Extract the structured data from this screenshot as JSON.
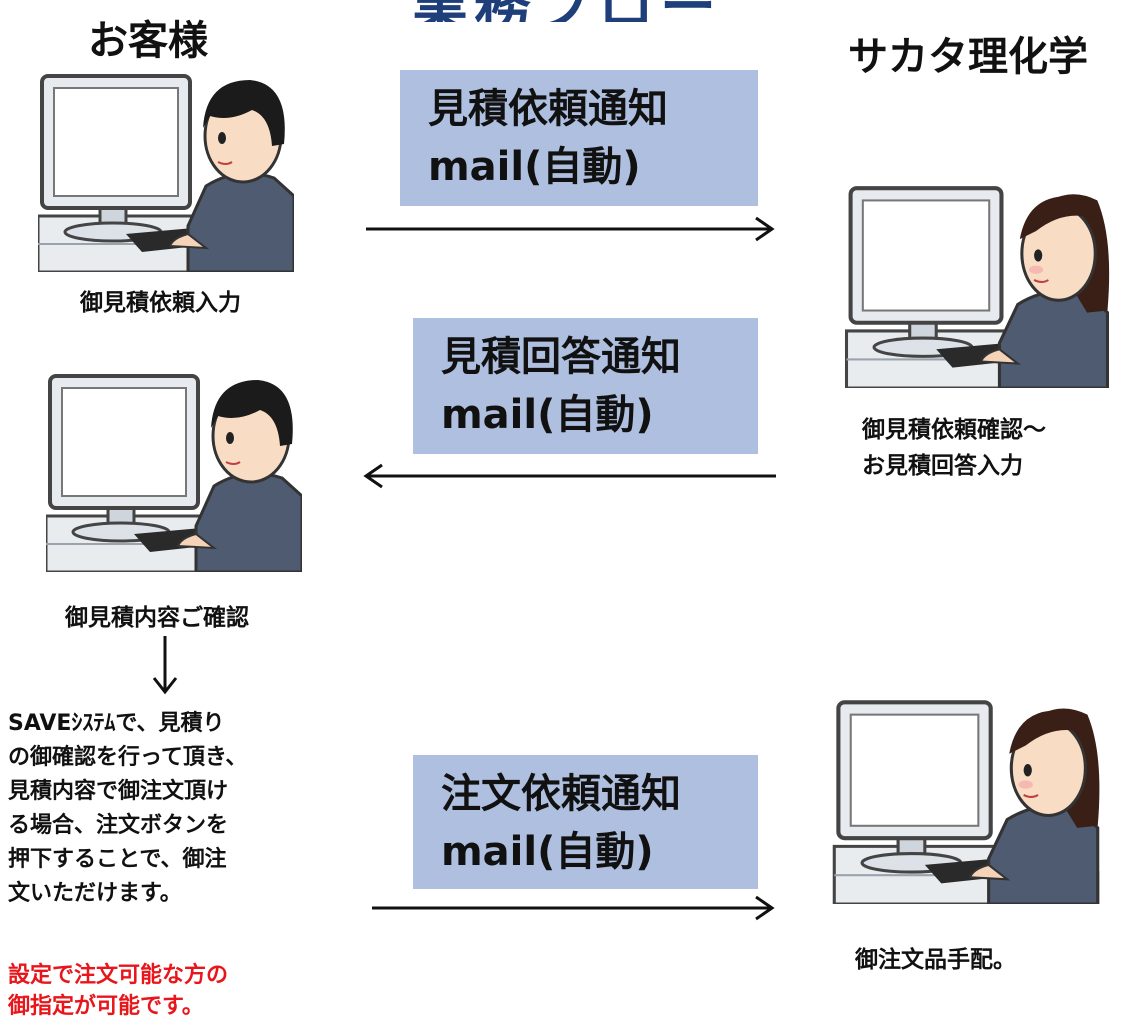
{
  "title": "業務フロー",
  "colors": {
    "title": "#1f3f7a",
    "mail_box": "#aebfe0",
    "arrow": "#111111",
    "note_red": "#e8161b",
    "hair_customer": "#1b1b1b",
    "hair_staff": "#3a1f17",
    "shirt": "#4e5b70"
  },
  "actors": {
    "customer": "お客様",
    "company": "サカタ理化学"
  },
  "steps": {
    "customer_request": "御見積依頼入力",
    "company_confirm_line1": "御見積依頼確認～",
    "company_confirm_line2": "お見積回答入力",
    "customer_check": "御見積内容ご確認",
    "company_arrange": "御注文品手配。"
  },
  "mails": {
    "quote_request": {
      "line1": "見積依頼通知",
      "line2": "mail(自動)"
    },
    "quote_answer": {
      "line1": "見積回答通知",
      "line2": "mail(自動)"
    },
    "order_request": {
      "line1": "注文依頼通知",
      "line2": "mail(自動)"
    }
  },
  "description": [
    "SAVEｼｽﾃﾑで、見積り",
    "の御確認を行って頂き、",
    "見積内容で御注文頂け",
    "る場合、注文ボタンを",
    "押下することで、御注",
    "文いただけます。"
  ],
  "note": [
    "設定で注文可能な方の",
    "御指定が可能です。"
  ],
  "icons": {
    "customer_person": "man-at-computer-icon",
    "staff_person": "woman-at-computer-icon",
    "arrow_right": "arrow-right-icon",
    "arrow_left": "arrow-left-icon",
    "arrow_down": "arrow-down-icon"
  }
}
